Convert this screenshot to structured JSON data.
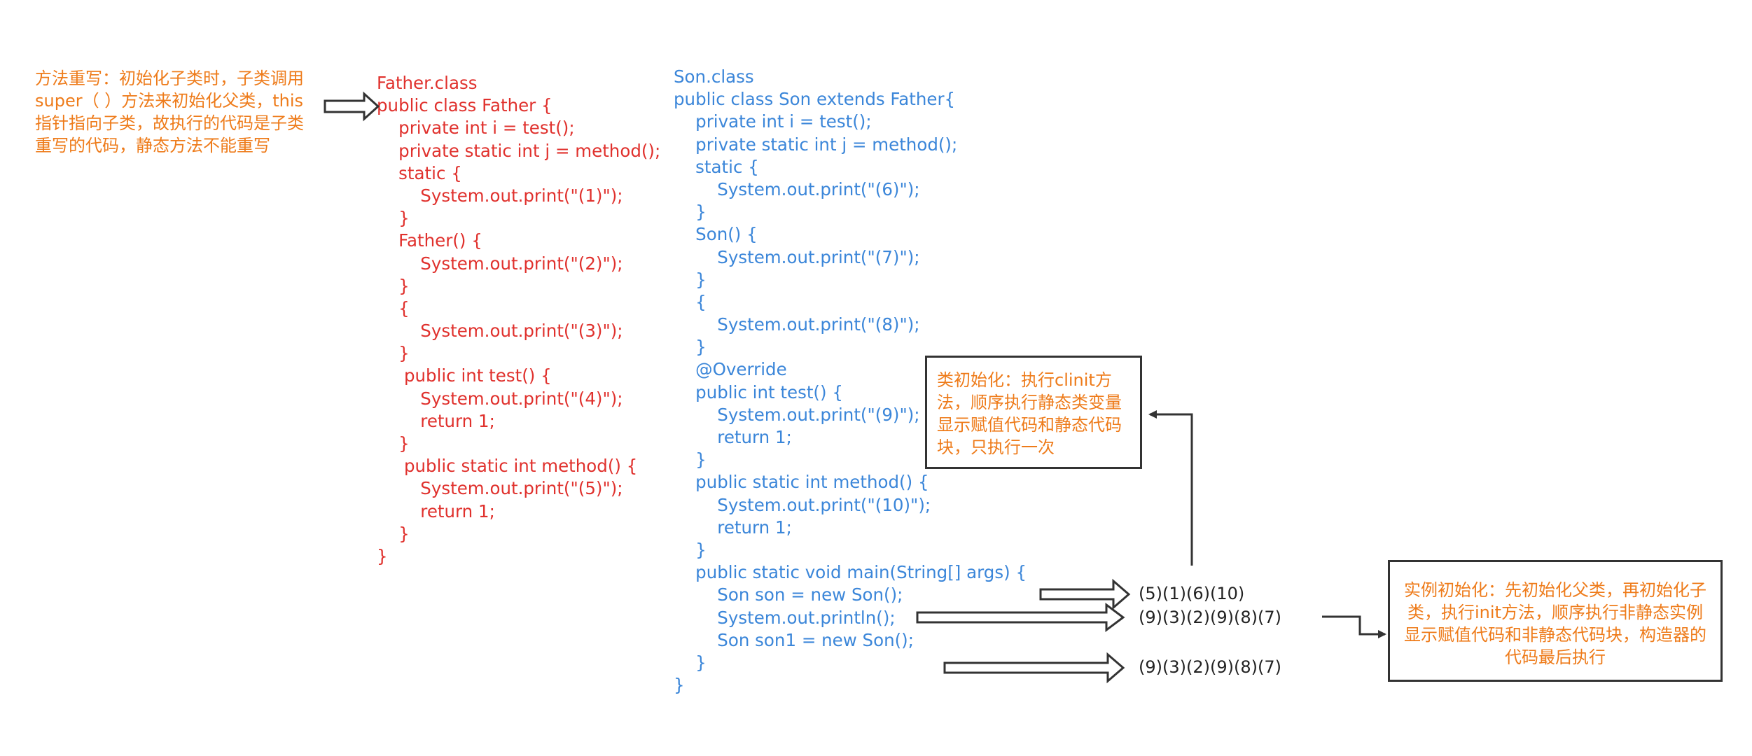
{
  "notes": {
    "override": "方法重写：初始化子类时，子类调用super（ ）方法来初始化父类，this指针指向子类，故执行的代码是子类重写的代码，静态方法不能重写",
    "class_init": "类初始化：执行clinit方法，顺序执行静态类变量显示赋值代码和静态代码块，只执行一次",
    "instance_init": "实例初始化：先初始化父类，再初始化子类，执行init方法，顺序执行非静态实例显示赋值代码和非静态代码块，构造器的代码最后执行"
  },
  "father_code": [
    "Father.class",
    "public class Father {",
    "    private int i = test();",
    "    private static int j = method();",
    "    static {",
    "        System.out.print(\"(1)\");",
    "    }",
    "    Father() {",
    "        System.out.print(\"(2)\");",
    "    }",
    "    {",
    "        System.out.print(\"(3)\");",
    "    }",
    "     public int test() {",
    "        System.out.print(\"(4)\");",
    "        return 1;",
    "    }",
    "     public static int method() {",
    "        System.out.print(\"(5)\");",
    "        return 1;",
    "    }",
    "}"
  ],
  "son_code": [
    "Son.class",
    "public class Son extends Father{",
    "    private int i = test();",
    "    private static int j = method();",
    "    static {",
    "        System.out.print(\"(6)\");",
    "    }",
    "    Son() {",
    "        System.out.print(\"(7)\");",
    "    }",
    "    {",
    "        System.out.print(\"(8)\");",
    "    }",
    "    @Override",
    "    public int test() {",
    "        System.out.print(\"(9)\");",
    "        return 1;",
    "    }",
    "    public static int method() {",
    "        System.out.print(\"(10)\");",
    "        return 1;",
    "    }",
    "    public static void main(String[] args) {",
    "        Son son = new Son();",
    "        System.out.println();",
    "        Son son1 = new Son();",
    "    }",
    "}"
  ],
  "outputs": {
    "first": "(5)(1)(6)(10)",
    "second": "(9)(3)(2)(9)(8)(7)",
    "third": "(9)(3)(2)(9)(8)(7)"
  },
  "colors": {
    "note": "#ee7b1a",
    "father_code": "#e0312d",
    "son_code": "#3b86d9",
    "box_border": "#333333"
  }
}
